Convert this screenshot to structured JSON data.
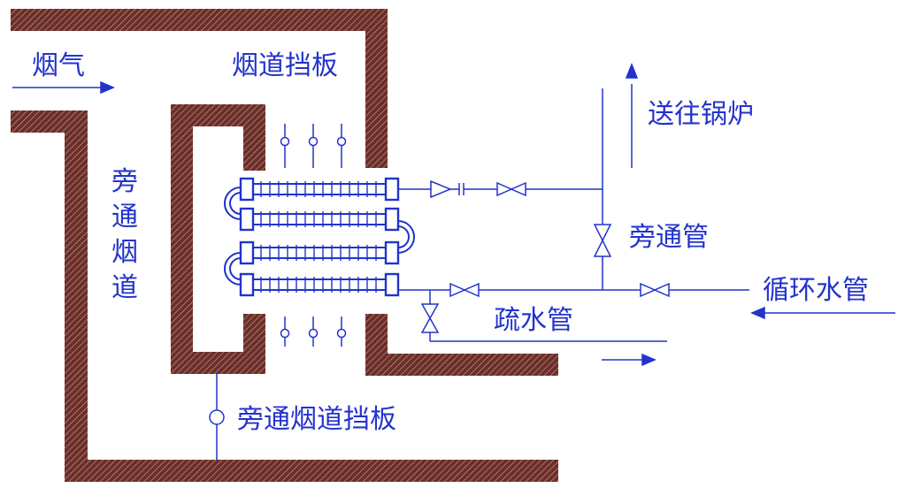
{
  "labels": {
    "flue_gas": "烟气",
    "flue_damper": "烟道挡板",
    "to_boiler": "送往锅炉",
    "bypass_flue": "旁通烟道",
    "bypass_pipe": "旁通管",
    "circulating_water_pipe": "循环水管",
    "drain_pipe": "疏水管",
    "bypass_flue_damper": "旁通烟道挡板"
  },
  "colors": {
    "wall": "#6b2e28",
    "wall_hatch": "#c9a49c",
    "line": "#2233cc",
    "text": "#2233cc",
    "arrow": "#2233cc"
  }
}
